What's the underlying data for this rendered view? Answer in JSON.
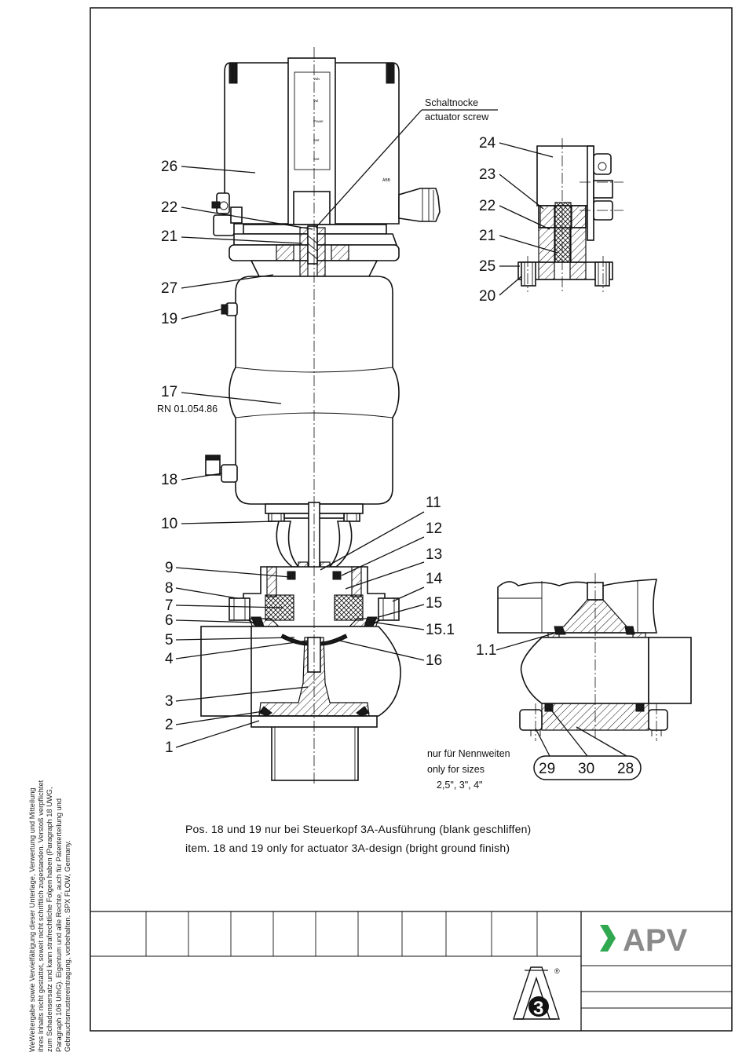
{
  "side_note": {
    "lines": [
      "WeWeitergabe sowie Vervielfältigung dieser Unterlage, Verwertung und Mitteilung",
      "ihres Inhalts nicht gestattet, soweit nicht schriftlich zugestanden. Verstoß verpflichtet",
      "zum Schadensersatz und kann strafrechtliche Folgen haben (Paragraph 18 UWG,",
      "Paragraph 106 UrhG). Eigentum und alle Rechte, auch für Patenterteilung und",
      "Gebrauchsmustereintragung, vorbehalten. SPX FLOW, Germany."
    ]
  },
  "callout": {
    "de": "Schaltnocke",
    "en": "actuator screw"
  },
  "position_numbers": {
    "p26": "26",
    "p22": "22",
    "p21": "21",
    "p27": "27",
    "p19": "19",
    "p17": "17",
    "p18": "18",
    "p10": "10",
    "p9": "9",
    "p8": "8",
    "p7": "7",
    "p6": "6",
    "p5": "5",
    "p4": "4",
    "p3": "3",
    "p2": "2",
    "p1": "1",
    "p11": "11",
    "p12": "12",
    "p13": "13",
    "p14": "14",
    "p15": "15",
    "p15_1": "15.1",
    "p16": "16"
  },
  "part_17_reference": "RN 01.054.86",
  "detail_top": {
    "labels": [
      "24",
      "23",
      "22",
      "21",
      "25",
      "20"
    ]
  },
  "detail_bottom": {
    "label_1_1": "1.1",
    "labels": [
      "29",
      "30",
      "28"
    ],
    "size_note_de": "nur für Nennweiten",
    "size_note_en": "only for sizes",
    "sizes": "2,5\", 3\", 4\""
  },
  "remark": {
    "de": "Pos. 18 und 19 nur bei Steuerkopf 3A-Ausführung (blank geschliffen)",
    "en": "item. 18 and 19 only for actuator 3A-design (bright ground finish)"
  },
  "title_block": {
    "logo_text": "APV",
    "logo_color": "#2fa84f",
    "cert_mark": "3",
    "registered_symbol": "®"
  }
}
